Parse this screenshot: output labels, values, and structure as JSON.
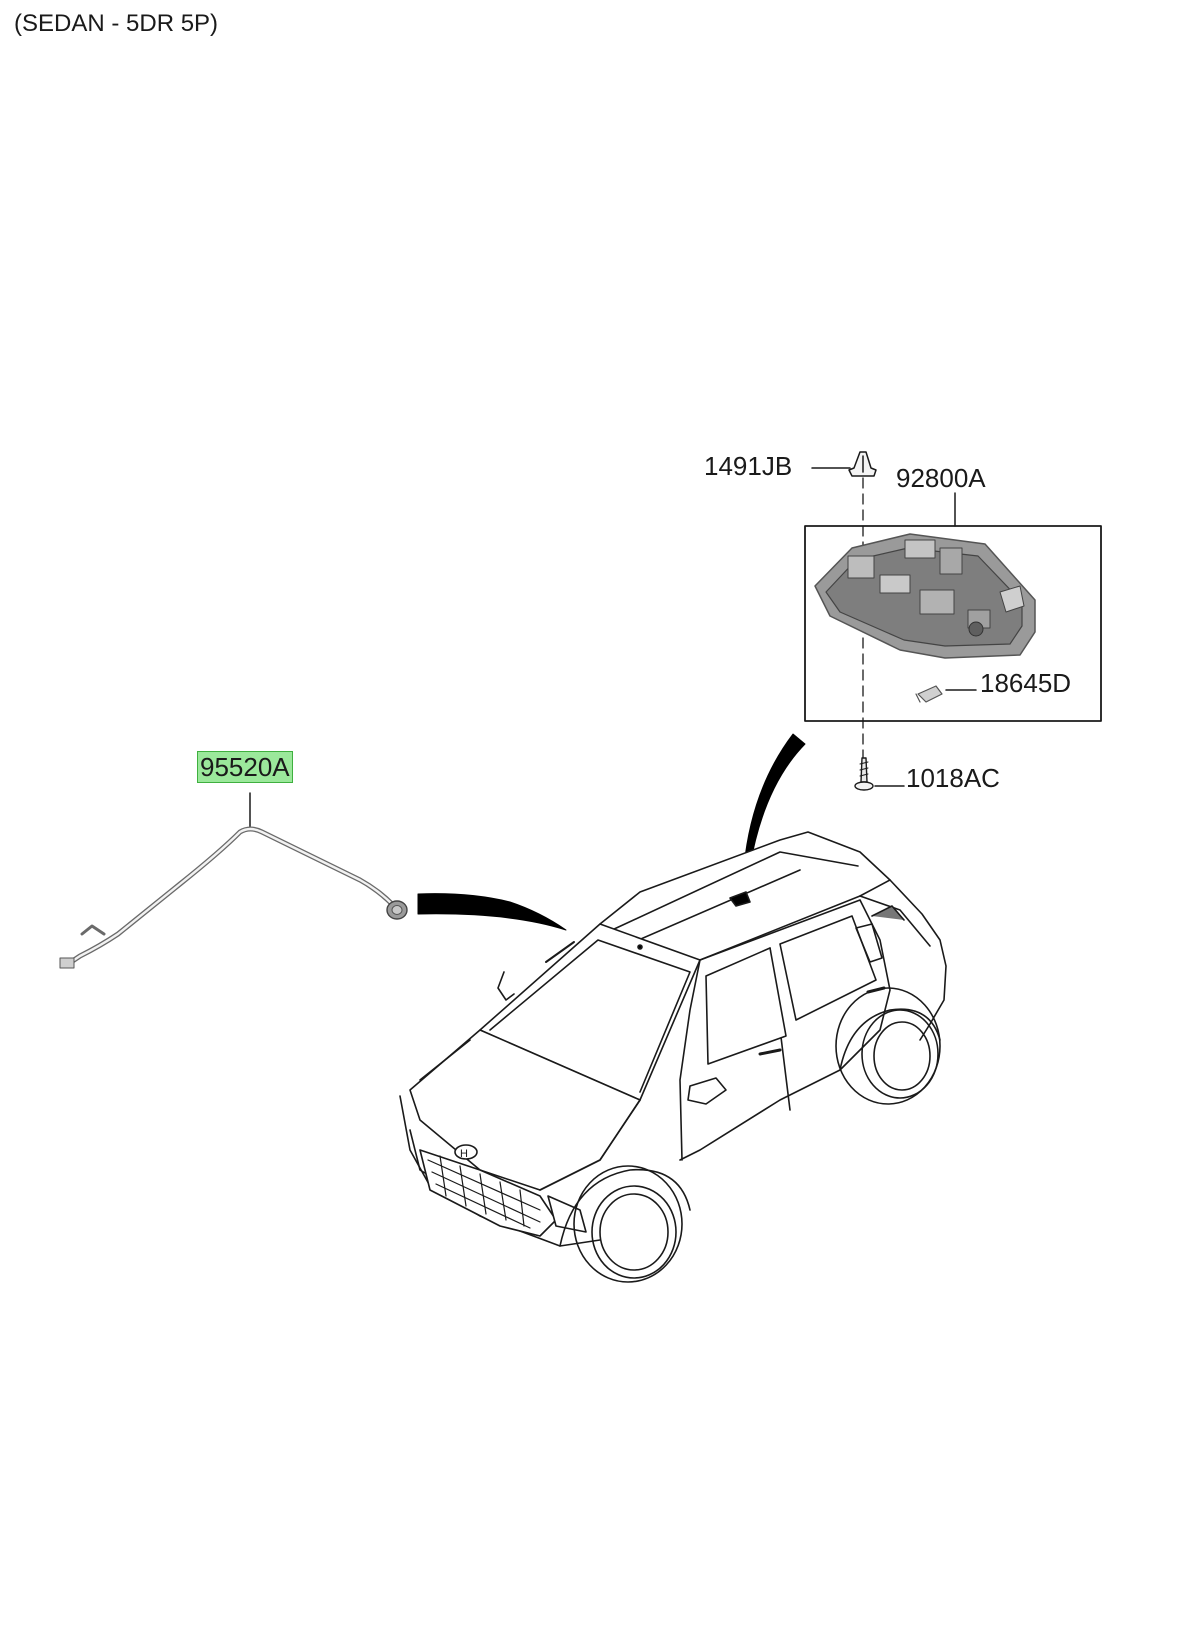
{
  "diagram": {
    "title": "(SEDAN - 5DR 5P)",
    "parts": {
      "clip": {
        "code": "1491JB"
      },
      "room_lamp_assembly": {
        "code": "92800A"
      },
      "bulb": {
        "code": "18645D"
      },
      "screw": {
        "code": "1018AC"
      },
      "wiring_harness": {
        "code": "95520A",
        "highlighted": true
      }
    },
    "colors": {
      "highlight_fill": "#9be89b",
      "highlight_border": "#3fb03f",
      "line": "#1a1a1a",
      "lamp_body": "#8a8a8a"
    }
  }
}
